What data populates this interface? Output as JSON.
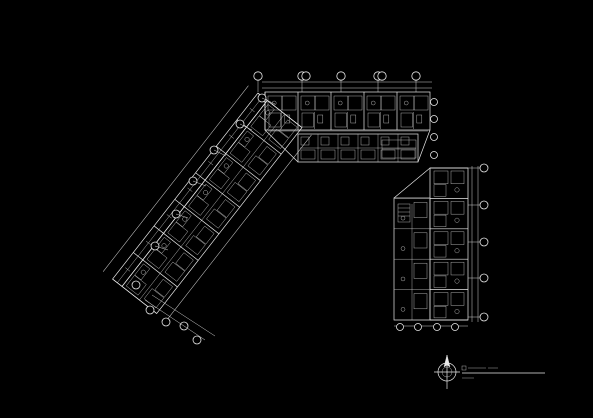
{
  "drawing": {
    "background": "#000000",
    "linework_color": "#e8e8e8",
    "north_arrow": {
      "icon": "compass-rose-icon"
    },
    "wing_a": {
      "grid_bubbles": 6,
      "bays": 5
    },
    "wing_b": {
      "grid_bubbles": 8,
      "bays": 7
    },
    "wing_c": {
      "grid_bubbles": 6,
      "bays": 5
    }
  }
}
